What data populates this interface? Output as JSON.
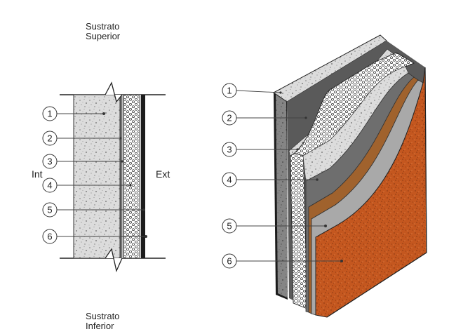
{
  "captions": {
    "top_line1": "Sustrato",
    "top_line2": "Superior",
    "bottom_line1": "Sustrato",
    "bottom_line2": "Inferior",
    "interior": "Int",
    "exterior": "Ext"
  },
  "section_callouts": [
    "1",
    "2",
    "3",
    "4",
    "5",
    "6"
  ],
  "iso_callouts": [
    "1",
    "2",
    "3",
    "4",
    "5",
    "6"
  ],
  "colors": {
    "substrate_concrete": "#d9d9d9",
    "dark_layer": "#5a5a5a",
    "membrane": "#7a7a7a",
    "copper_layer": "#a0622d",
    "grey_coat": "#a9a9a9",
    "finish_texture": "#c4571f"
  }
}
